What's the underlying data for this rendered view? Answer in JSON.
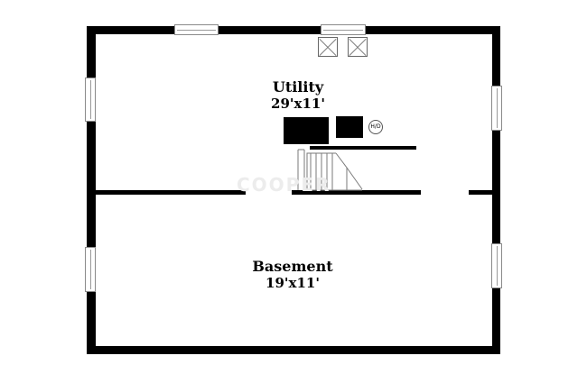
{
  "rooms": [
    {
      "name": "Utility",
      "dimensions": "29'x11'"
    },
    {
      "name": "Basement",
      "dimensions": "19'x11'"
    }
  ],
  "fixtures": {
    "water_heater_label": "H/D"
  },
  "watermark": "COOPER"
}
